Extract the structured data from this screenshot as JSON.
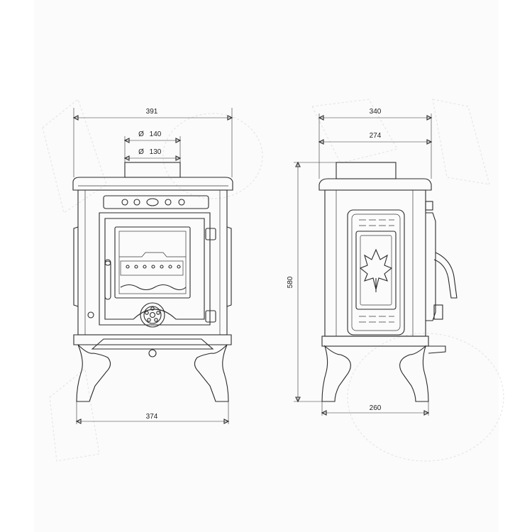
{
  "front_view": {
    "overall_width": "391",
    "flue_outer_diameter": "140",
    "flue_inner_diameter": "130",
    "leg_span_width": "374",
    "diameter_symbol": "Ø"
  },
  "side_view": {
    "overall_depth": "340",
    "top_depth": "274",
    "height": "580",
    "leg_span_depth": "260"
  },
  "colors": {
    "line": "#2a2a2a",
    "background": "#fbfbfb",
    "watermark": "#e6e6e6"
  }
}
